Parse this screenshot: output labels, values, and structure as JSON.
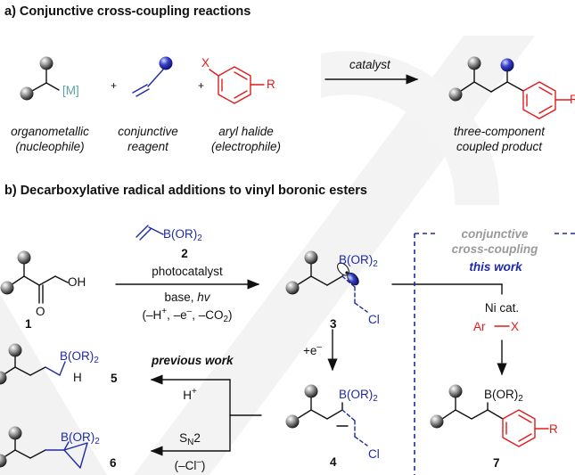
{
  "section_a": {
    "title": "a) Conjunctive cross-coupling reactions",
    "metal_label": "[M]",
    "plus": "+",
    "halide_x": "X",
    "halide_r": "R",
    "catalyst": "catalyst",
    "product_r": "R",
    "captions": {
      "organometallic_1": "organometallic",
      "organometallic_2": "(nucleophile)",
      "conjunctive_1": "conjunctive",
      "conjunctive_2": "reagent",
      "aryl_1": "aryl halide",
      "aryl_2": "(electrophile)",
      "product_1": "three-component",
      "product_2": "coupled product"
    }
  },
  "section_b": {
    "title": "b) Decarboxylative radical additions to vinyl boronic esters",
    "reagent_bor": "B(OR)",
    "reagent_sub": "2",
    "reagent_num": "2",
    "photocatalyst": "photocatalyst",
    "base": "base, ",
    "hv": "hv",
    "loss": "(–H",
    "loss_sup1": "+",
    "loss_mid1": ", –e",
    "loss_sup2": "–",
    "loss_mid2": ", –CO",
    "loss_sub": "2",
    "loss_end": ")",
    "acid_oh": "OH",
    "acid_o": "O",
    "num1": "1",
    "num3": "3",
    "num4": "4",
    "num5": "5",
    "num6": "6",
    "num7": "7",
    "bor": "B(OR)",
    "two": "2",
    "cl": "Cl",
    "h": "H",
    "electron": "+e",
    "electron_sup": "–",
    "previous_work": "previous work",
    "hplus": "H",
    "hplus_sup": "+",
    "sn2": "S",
    "sn2_sub": "N",
    "sn2_end": "2",
    "cl_loss": "(–Cl",
    "cl_loss_sup": "–",
    "cl_loss_end": ")",
    "conjunctive_1": "conjunctive",
    "conjunctive_2": "cross-coupling",
    "this_work": "this work",
    "ni_cat": "Ni cat.",
    "ar": "Ar",
    "x": "X",
    "r": "R"
  },
  "colors": {
    "blue": "#1f2aa8",
    "red": "#e01b1b",
    "grey_text": "#9a9a9a",
    "teal_metal": "#5aa0a8"
  }
}
